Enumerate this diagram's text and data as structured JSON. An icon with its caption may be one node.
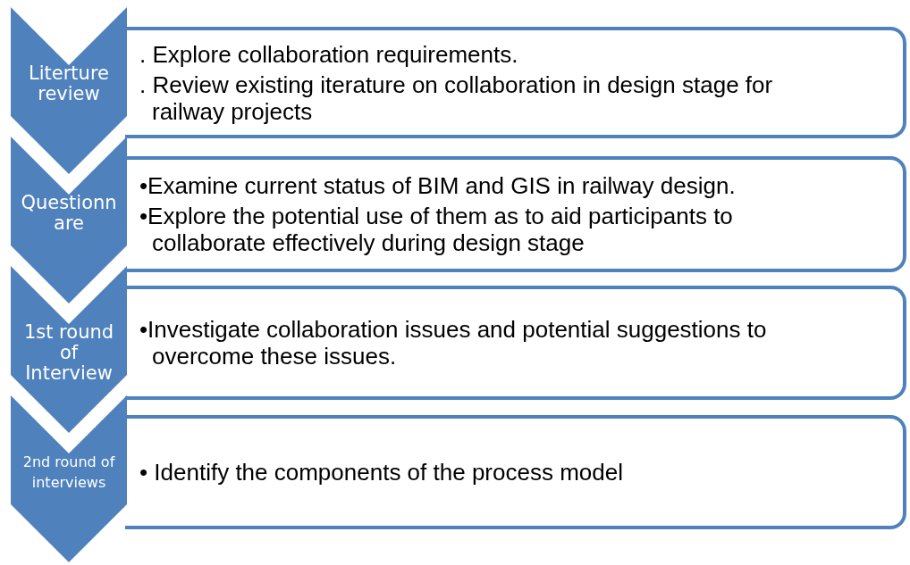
{
  "diagram": {
    "nodes": [
      {
        "text": [
          "Literture review"
        ]
      },
      {
        "text": [
          ". Explore collaboration requirements.",
          ". Review existing iterature on collaboration in design stage for railway projects"
        ]
      },
      {
        "text": [
          "Questionn are"
        ]
      },
      {
        "text": [
          "•Examine current status of BIM and GIS in railway design.",
          "•Explore the potential use of them as to aid participants to collaborate effectively during design stage"
        ]
      },
      {
        "text": [
          "1st round of Interview"
        ]
      },
      {
        "text": [
          "•Investigate collaboration issues and potential suggestions to overcome these issues."
        ]
      },
      {
        "text": [
          "2nd round of interviews"
        ]
      },
      {
        "text": [
          "• Identify the components of the process model"
        ]
      }
    ]
  }
}
